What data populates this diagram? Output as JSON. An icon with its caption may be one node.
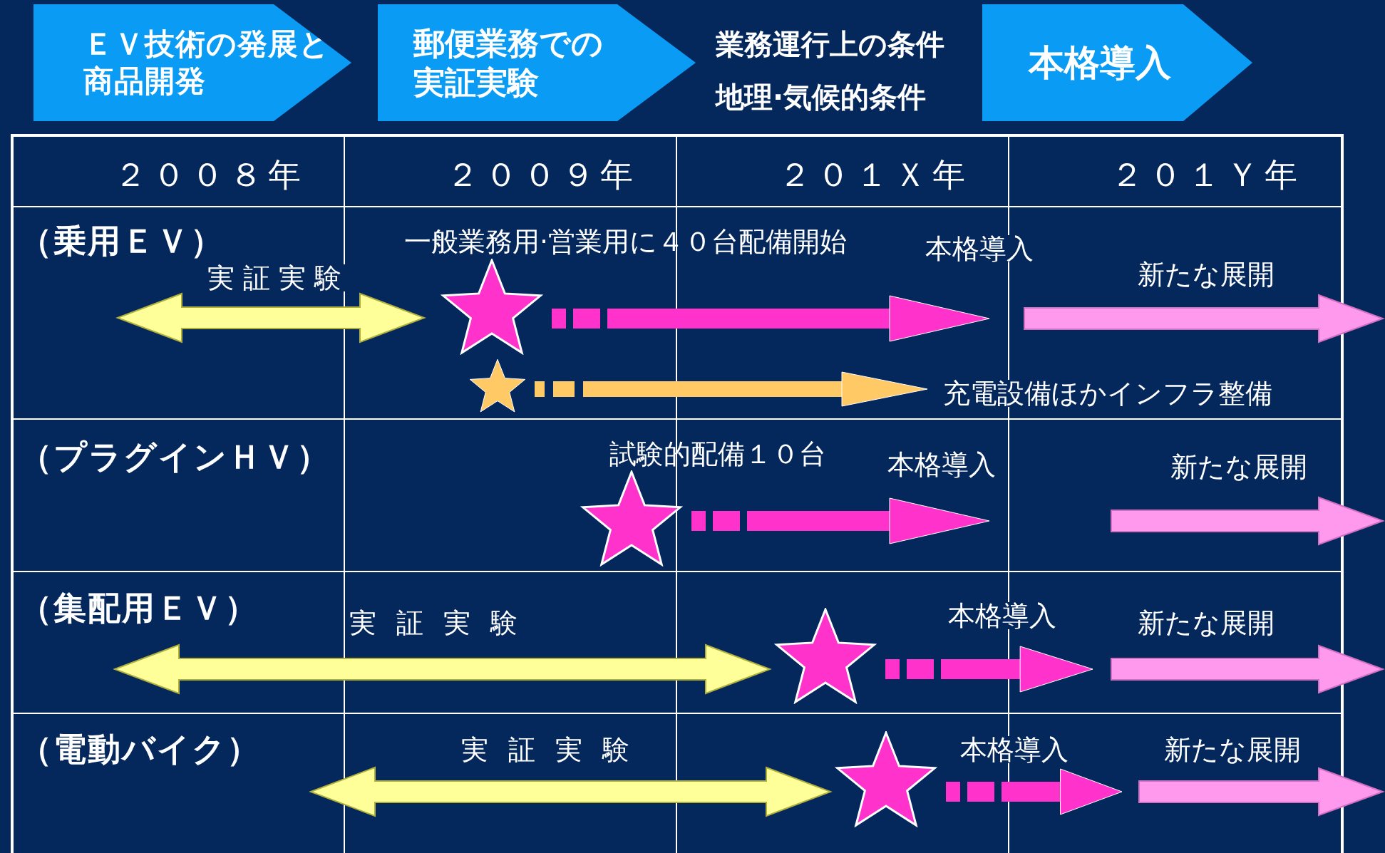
{
  "diagram": {
    "nodes": [
      {
        "text": [
          "ＥＶ技術の発展と商品開発"
        ]
      },
      {
        "text": [
          "郵便業務での実証実験"
        ]
      },
      {
        "text": [
          "本格導入"
        ]
      },
      {
        "text": [],
        "shape": "star"
      },
      {
        "text": [],
        "shape": "star"
      },
      {
        "text": [],
        "shape": "star"
      },
      {
        "text": [],
        "shape": "star"
      },
      {
        "text": [],
        "shape": "star"
      }
    ],
    "edges": [
      {
        "from": 3,
        "to": null,
        "arrow": "to"
      },
      {
        "from": 4,
        "to": null,
        "arrow": "to",
        "color": "#ffc966"
      },
      {
        "from": 5,
        "to": null,
        "arrow": "to"
      },
      {
        "from": 6,
        "to": null,
        "arrow": "to"
      },
      {
        "from": 7,
        "to": null,
        "arrow": "to"
      }
    ],
    "labels": [
      "業務運行上の条件",
      "地理·気候的条件",
      "２００８年",
      "２００９年",
      "２０１Ｘ年",
      "２０１Ｙ年",
      "（乗用ＥＶ）",
      "一般業務用·営業用に４０台配備開始",
      "本格導入",
      "実証実験",
      "新たな展開",
      "充電設備ほかインフラ整備",
      "（プラグインＨＶ）",
      "試験的配備１０台",
      "本格導入",
      "新たな展開",
      "（集配用ＥＶ）",
      "実証実験",
      "本格導入",
      "新たな展開",
      "（電動バイク）",
      "実証実験",
      "本格導入",
      "新たな展開"
    ]
  }
}
